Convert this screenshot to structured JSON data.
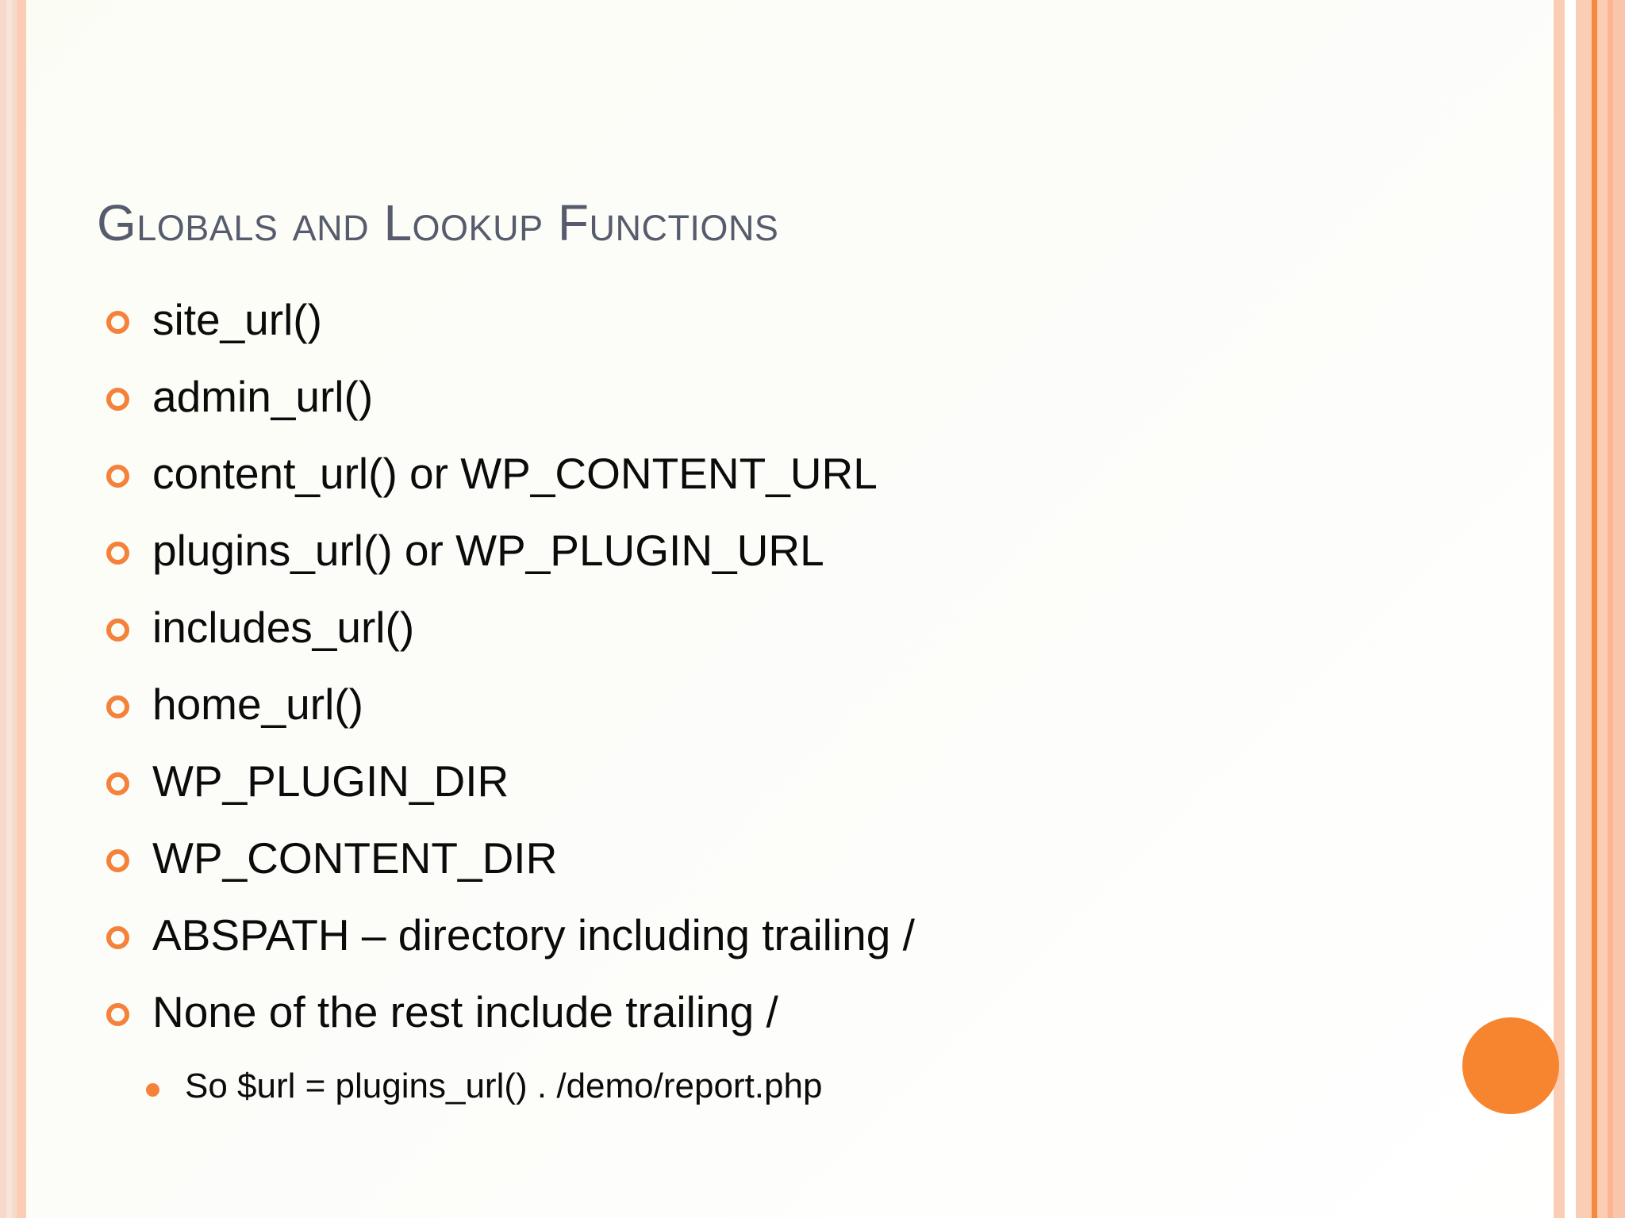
{
  "slide": {
    "title": "Globals and Lookup Functions",
    "background_color": "#fcfdf8",
    "title_color": "#565b6d",
    "accent_color": "#f5823a",
    "stripe_color": "#fbcdb5",
    "body_text_color": "#0b0b0b"
  },
  "bullets": [
    {
      "text": "site_url()",
      "marker": "ring-bullet-icon"
    },
    {
      "text": "admin_url()",
      "marker": "ring-bullet-icon"
    },
    {
      "text": "content_url() or WP_CONTENT_URL",
      "marker": "ring-bullet-icon"
    },
    {
      "text": "plugins_url() or WP_PLUGIN_URL",
      "marker": "ring-bullet-icon"
    },
    {
      "text": "includes_url()",
      "marker": "ring-bullet-icon"
    },
    {
      "text": "home_url()",
      "marker": "ring-bullet-icon"
    },
    {
      "text": "WP_PLUGIN_DIR",
      "marker": "ring-bullet-icon"
    },
    {
      "text": "WP_CONTENT_DIR",
      "marker": "ring-bullet-icon"
    },
    {
      "text": "ABSPATH – directory including trailing /",
      "marker": "ring-bullet-icon"
    },
    {
      "text": "None of the rest include trailing /",
      "marker": "ring-bullet-icon"
    }
  ],
  "subbullets": [
    {
      "text": "So $url = plugins_url() . /demo/report.php",
      "marker": "dot-bullet-icon"
    }
  ]
}
